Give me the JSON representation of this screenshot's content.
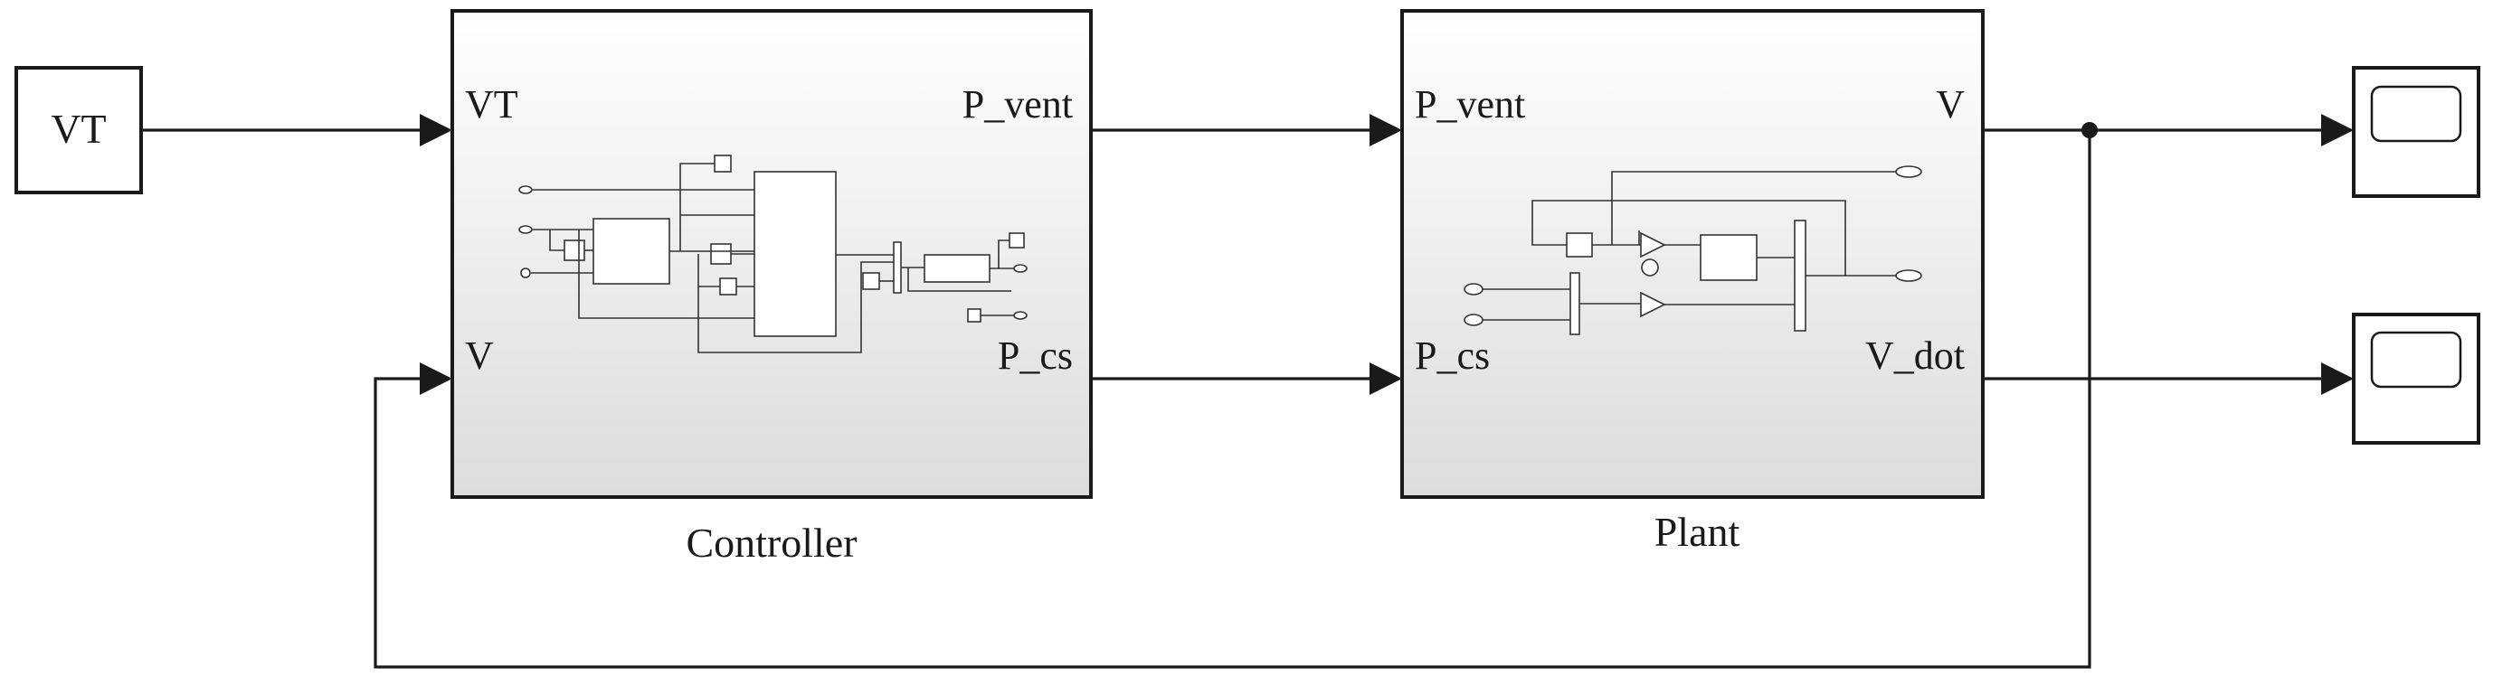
{
  "blocks": {
    "source": {
      "label": "VT"
    },
    "controller": {
      "name": "Controller",
      "inputs": [
        "VT",
        "V"
      ],
      "outputs": [
        "P_vent",
        "P_cs"
      ]
    },
    "plant": {
      "name": "Plant",
      "inputs": [
        "P_vent",
        "P_cs"
      ],
      "outputs": [
        "V",
        "V_dot"
      ]
    },
    "scopes": [
      {
        "name": "scope-v",
        "icon": "scope-icon"
      },
      {
        "name": "scope-v-dot",
        "icon": "scope-icon"
      }
    ]
  },
  "colors": {
    "line": "#1a1a1a",
    "subsystem_gradient_top": "#ffffff",
    "subsystem_gradient_bottom": "#dcdcdc"
  }
}
